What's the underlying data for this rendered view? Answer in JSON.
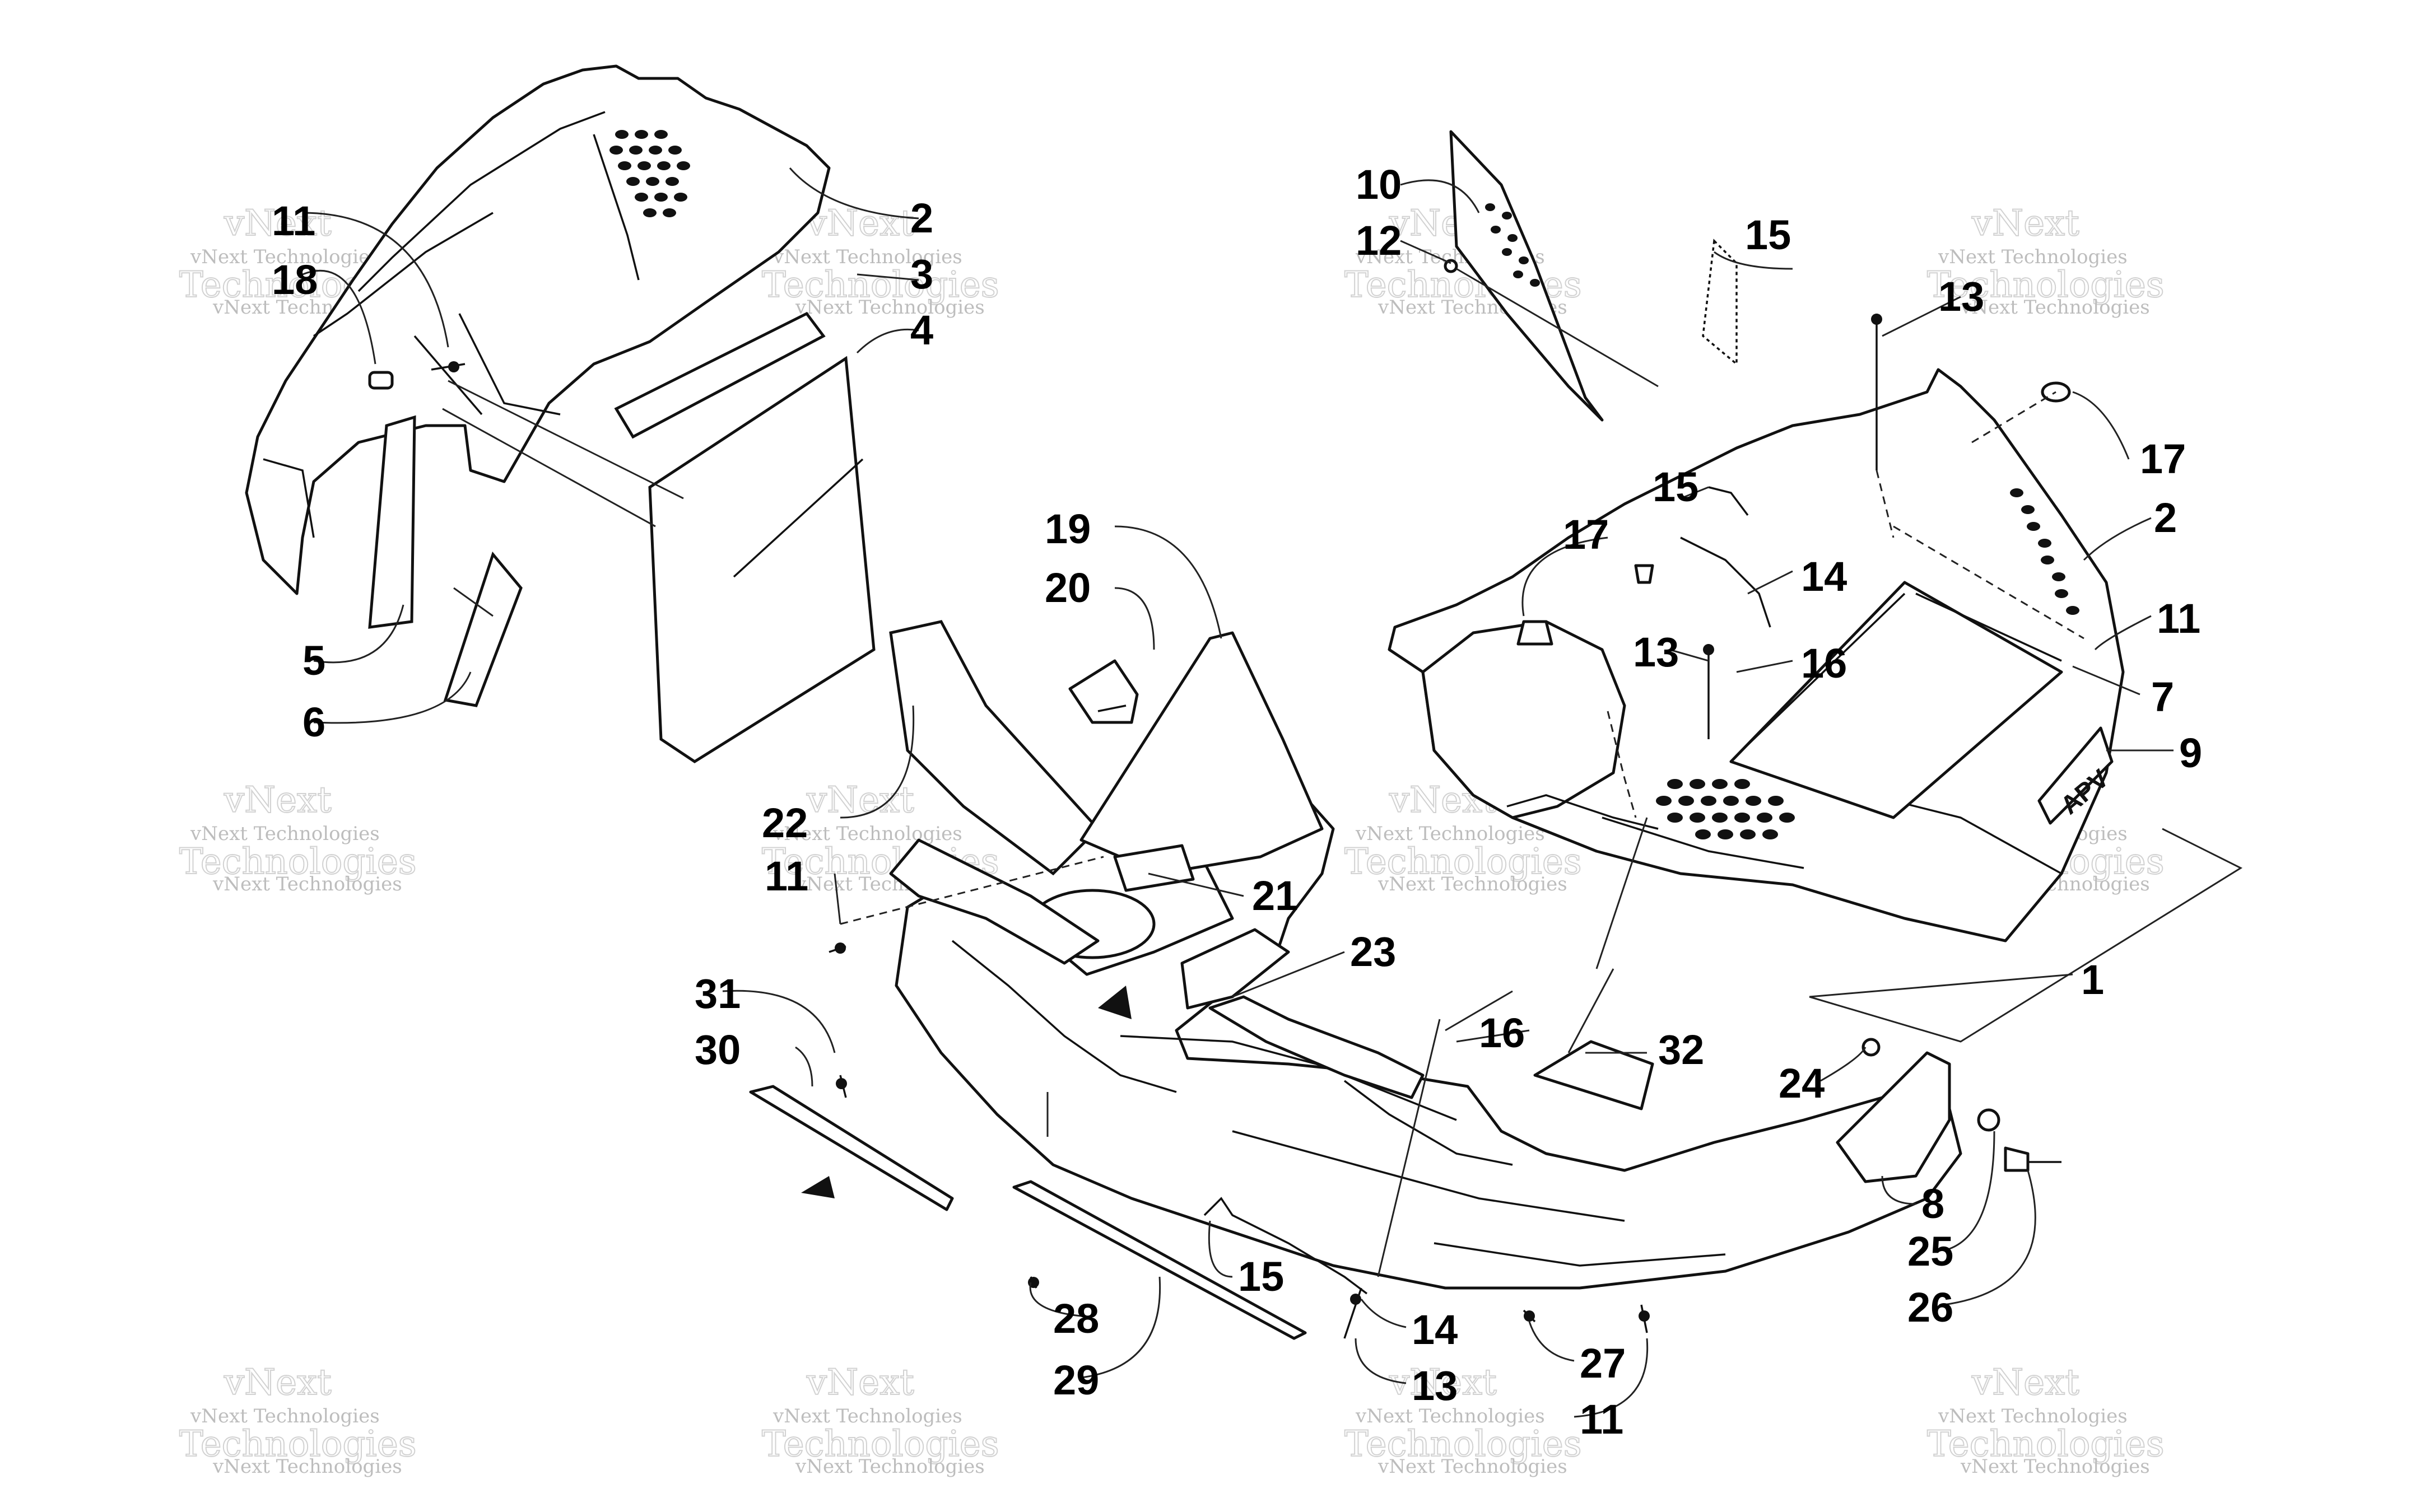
{
  "watermark": {
    "line1": "vNext",
    "line2": "vNext Technologies",
    "line3": "Technologies",
    "line4": "vNext Technologies"
  },
  "callouts": {
    "c2a": "2",
    "c3": "3",
    "c4": "4",
    "c5": "5",
    "c6": "6",
    "c11a": "11",
    "c18": "18",
    "c10": "10",
    "c12": "12",
    "c15a": "15",
    "c13a": "13",
    "c17a": "17",
    "c2b": "2",
    "c11b": "11",
    "c7": "7",
    "c9": "9",
    "c17b": "17",
    "c15b": "15",
    "c14a": "14",
    "c13b": "13",
    "c16a": "16",
    "c19": "19",
    "c20": "20",
    "c22": "22",
    "c11c": "11",
    "c21": "21",
    "c23": "23",
    "c1": "1",
    "c31": "31",
    "c30": "30",
    "c16b": "16",
    "c32": "32",
    "c24": "24",
    "c8": "8",
    "c25": "25",
    "c26": "26",
    "c15c": "15",
    "c28": "28",
    "c29": "29",
    "c14b": "14",
    "c13c": "13",
    "c27": "27",
    "c11d": "11"
  },
  "decal_text": "APV"
}
